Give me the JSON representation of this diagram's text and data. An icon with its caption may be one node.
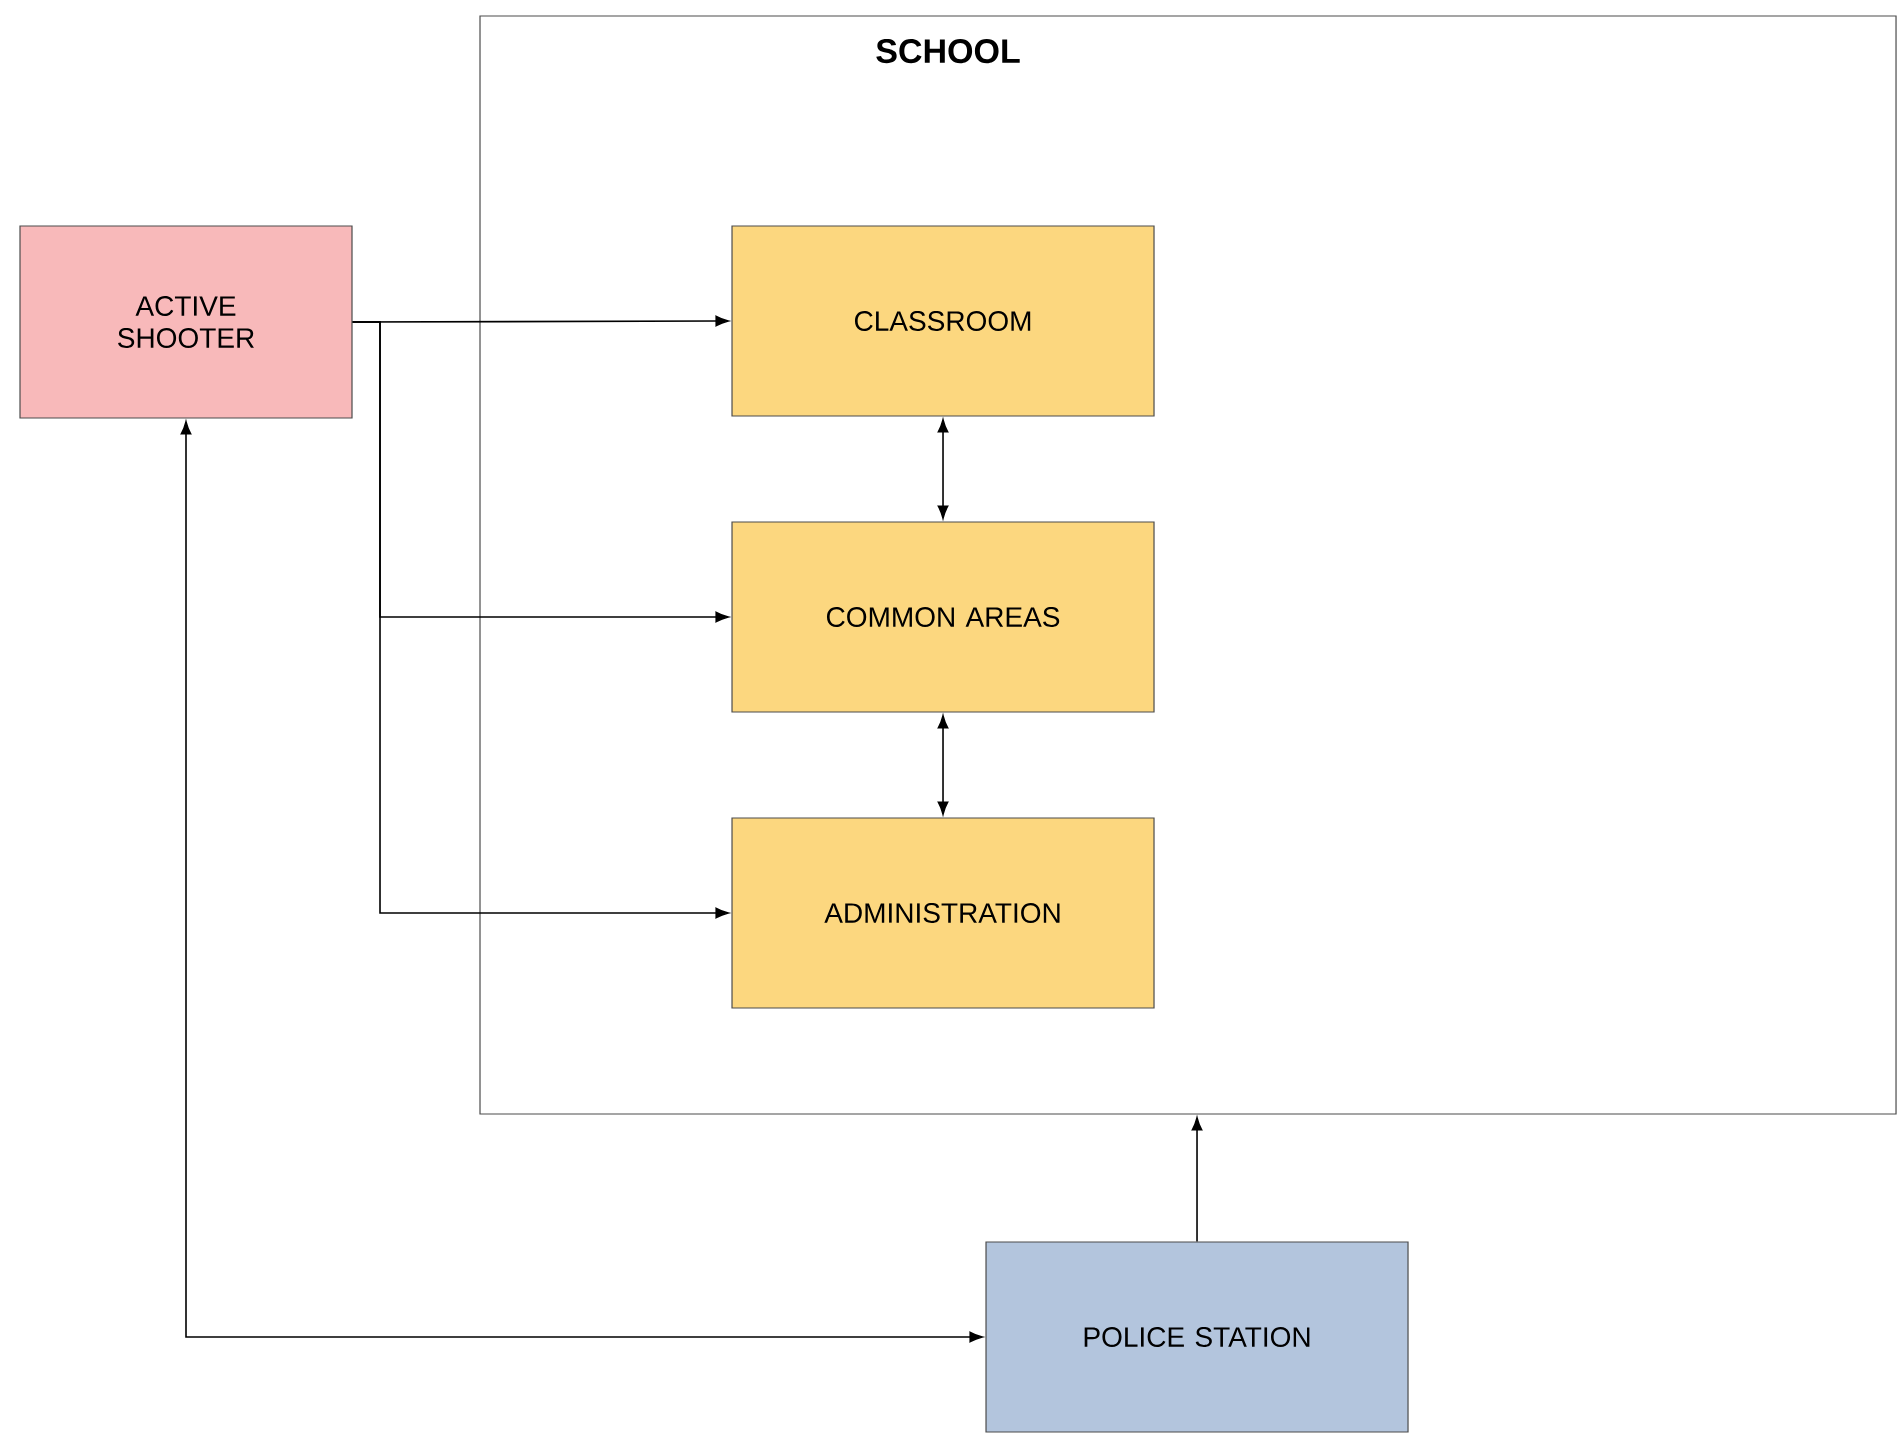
{
  "diagram": {
    "nodes": [
      {
        "text": [
          "SCHOOL"
        ]
      },
      {
        "text": [
          "ACTIVE SHOOTER"
        ]
      },
      {
        "text": [
          "CLASSROOM"
        ],
        "in": 0
      },
      {
        "text": [
          "COMMON AREAS"
        ],
        "in": 0
      },
      {
        "text": [
          "ADMINISTRATION"
        ],
        "in": 0
      },
      {
        "text": [
          "POLICE STATION"
        ]
      }
    ],
    "edges": [
      {
        "from": 1,
        "to": 2,
        "arrow": "to"
      },
      {
        "from": 1,
        "to": 3,
        "arrow": "to"
      },
      {
        "from": 1,
        "to": 4,
        "arrow": "to"
      },
      {
        "from": 2,
        "to": 3,
        "arrow": "both"
      },
      {
        "from": 3,
        "to": 4,
        "arrow": "both"
      },
      {
        "from": 5,
        "to": 0,
        "arrow": "to"
      },
      {
        "from": 1,
        "to": 5,
        "arrow": "both"
      }
    ]
  }
}
